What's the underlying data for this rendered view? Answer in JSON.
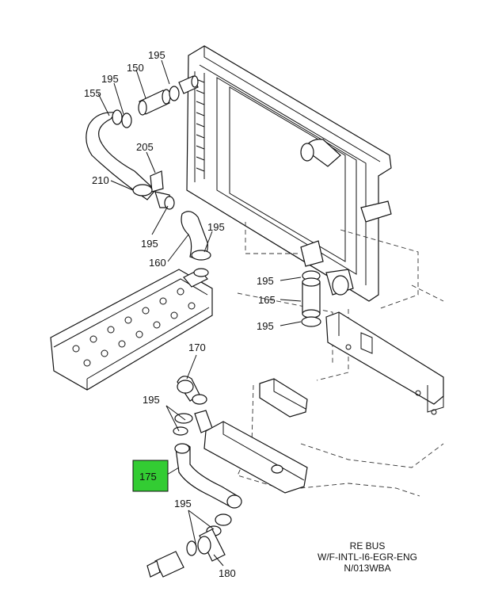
{
  "callouts": {
    "c155": "155",
    "c195a": "195",
    "c150": "150",
    "c195b": "195",
    "c205": "205",
    "c210": "210",
    "c195c": "195",
    "c195d": "195",
    "c160": "160",
    "c195e": "195",
    "c165": "165",
    "c195f": "195",
    "c170": "170",
    "c195g": "195",
    "c175": "175",
    "c195h": "195",
    "c180": "180"
  },
  "highlight_color": "#33cc33",
  "caption": {
    "line1": "RE BUS",
    "line2": "W/F-INTL-I6-EGR-ENG",
    "line3": "N/013WBA"
  }
}
